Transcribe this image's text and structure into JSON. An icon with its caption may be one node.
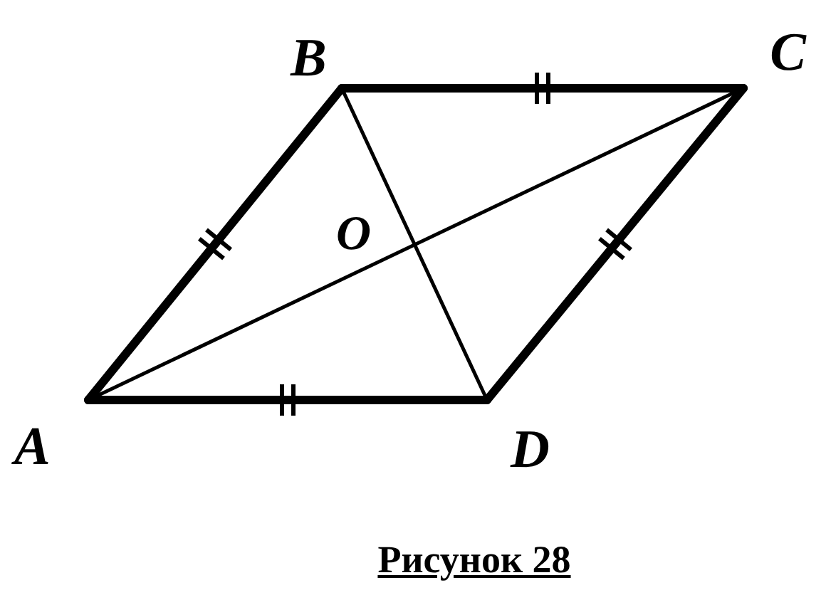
{
  "diagram": {
    "caption": "Рисунок 28",
    "nodes": [
      {
        "text": [
          "A"
        ]
      },
      {
        "text": [
          "B"
        ]
      },
      {
        "text": [
          "C"
        ]
      },
      {
        "text": [
          "D"
        ]
      }
    ],
    "edges": [
      {
        "from": 0,
        "to": 1,
        "arrow": "none"
      },
      {
        "from": 1,
        "to": 2,
        "arrow": "none"
      },
      {
        "from": 2,
        "to": 3,
        "arrow": "none"
      },
      {
        "from": 3,
        "to": 0,
        "arrow": "none"
      },
      {
        "from": 0,
        "to": 2,
        "arrow": "none"
      },
      {
        "from": 1,
        "to": 3,
        "arrow": "none"
      }
    ],
    "labels": [
      "O"
    ]
  }
}
